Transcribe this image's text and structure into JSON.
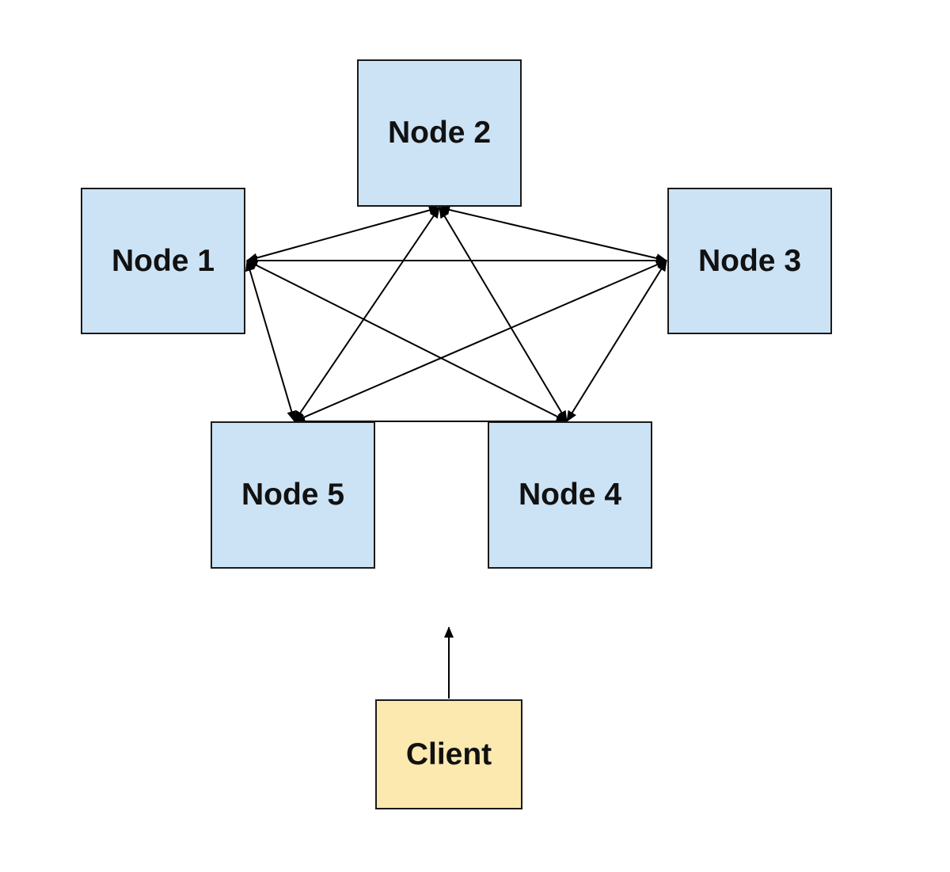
{
  "nodes": [
    {
      "id": "node2",
      "label": "Node 2",
      "fill": "#cce3f5"
    },
    {
      "id": "node1",
      "label": "Node 1",
      "fill": "#cce3f5"
    },
    {
      "id": "node3",
      "label": "Node 3",
      "fill": "#cce3f5"
    },
    {
      "id": "node5",
      "label": "Node 5",
      "fill": "#cce3f5"
    },
    {
      "id": "node4",
      "label": "Node 4",
      "fill": "#cce3f5"
    },
    {
      "id": "client",
      "label": "Client",
      "fill": "#fbe9b0"
    }
  ],
  "edges": [
    {
      "from": "node1",
      "to": "node2",
      "bidirectional": true
    },
    {
      "from": "node2",
      "to": "node3",
      "bidirectional": true
    },
    {
      "from": "node1",
      "to": "node3",
      "bidirectional": true
    },
    {
      "from": "node1",
      "to": "node5",
      "bidirectional": true
    },
    {
      "from": "node1",
      "to": "node4",
      "bidirectional": true
    },
    {
      "from": "node2",
      "to": "node5",
      "bidirectional": true
    },
    {
      "from": "node2",
      "to": "node4",
      "bidirectional": true
    },
    {
      "from": "node3",
      "to": "node5",
      "bidirectional": true
    },
    {
      "from": "node3",
      "to": "node4",
      "bidirectional": true
    },
    {
      "from": "node5",
      "to": "node4",
      "bidirectional": true
    },
    {
      "from": "client",
      "to": "cluster",
      "bidirectional": false
    }
  ],
  "colors": {
    "node_fill": "#cce3f5",
    "client_fill": "#fbe9b0",
    "stroke": "#1a1a1a"
  }
}
